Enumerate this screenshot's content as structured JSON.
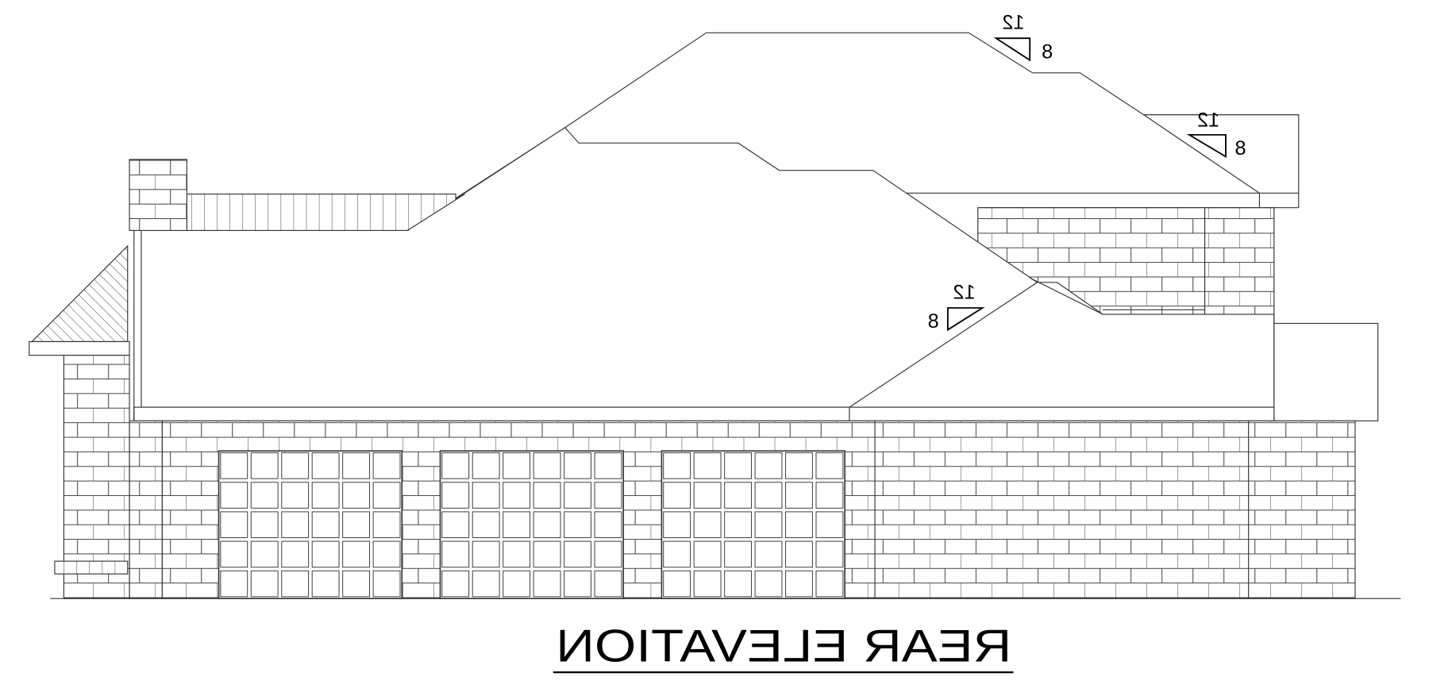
{
  "drawing": {
    "title": "REAR ELEVATION",
    "mirrored": true,
    "line_color": "#333333",
    "background": "#ffffff"
  },
  "roof_pitches": [
    {
      "run": "12",
      "rise": "8"
    },
    {
      "run": "12",
      "rise": "8"
    },
    {
      "run": "12",
      "rise": "8"
    }
  ],
  "garage_doors": {
    "count": 3,
    "rows": 5,
    "columns": 6
  }
}
